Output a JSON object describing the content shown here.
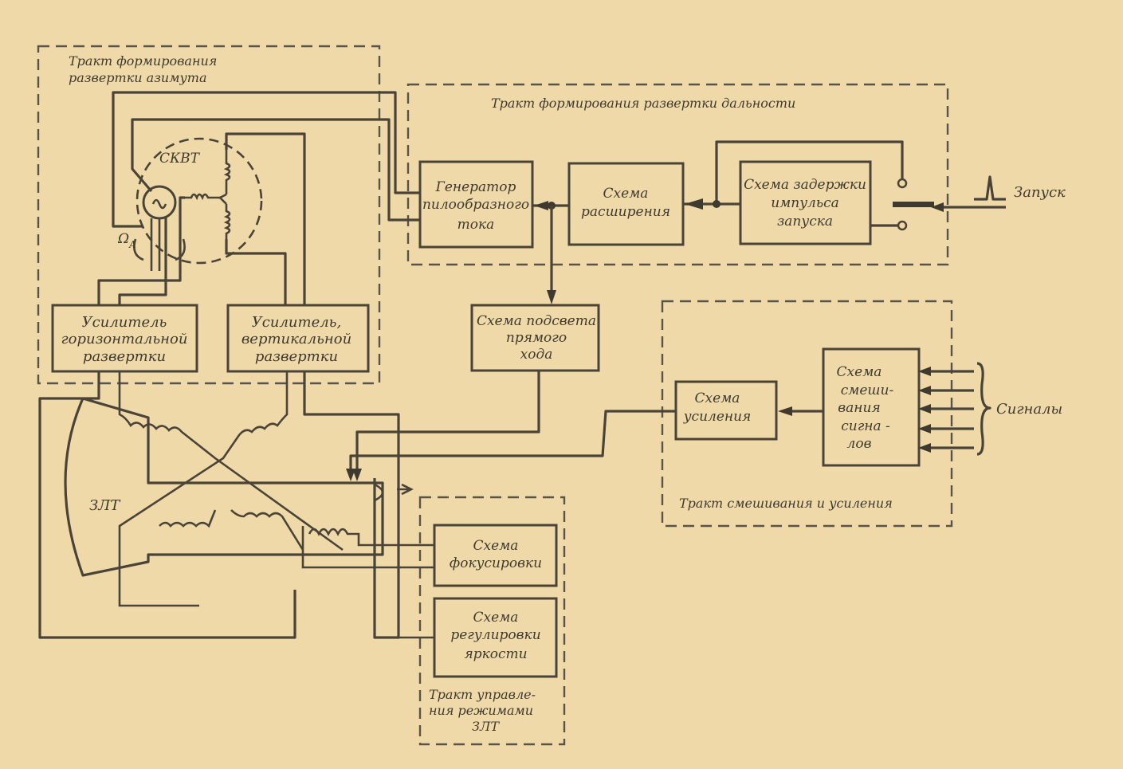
{
  "sections": {
    "azimuth": [
      "Тракт формирования",
      "развертки азимута"
    ],
    "range": "Тракт формирования развертки дальности",
    "mixing": "Тракт смешивания и усиления",
    "crt_control": [
      "Тракт управле-",
      "ния режимами",
      "ЗЛТ"
    ]
  },
  "blocks": {
    "sawtooth": [
      "Генератор",
      "пилообразного",
      "тока"
    ],
    "expansion": [
      "Схема",
      "расширения"
    ],
    "delay": [
      "Схема задержки",
      "импульса",
      "запуска"
    ],
    "horiz_amp": [
      "Усилитель",
      "горизонтальной",
      "развертки"
    ],
    "vert_amp": [
      "Усилитель,",
      "вертикальной",
      "развертки"
    ],
    "unblank": [
      "Схема подсвета",
      "прямого",
      "хода"
    ],
    "amplify": [
      "Схема",
      "усиления"
    ],
    "mixer": [
      "Схема",
      "смеши-",
      "вания",
      "сигна -",
      "лов"
    ],
    "focus": [
      "Схема",
      "фокусировки"
    ],
    "brightness": [
      "Схема",
      "регулировки",
      "яркости"
    ]
  },
  "labels": {
    "skvt": "СКВТ",
    "omega": "Ω",
    "omega_sub": "A",
    "crt": "ЗЛТ",
    "trigger": "Запуск",
    "signals": "Сигналы"
  }
}
